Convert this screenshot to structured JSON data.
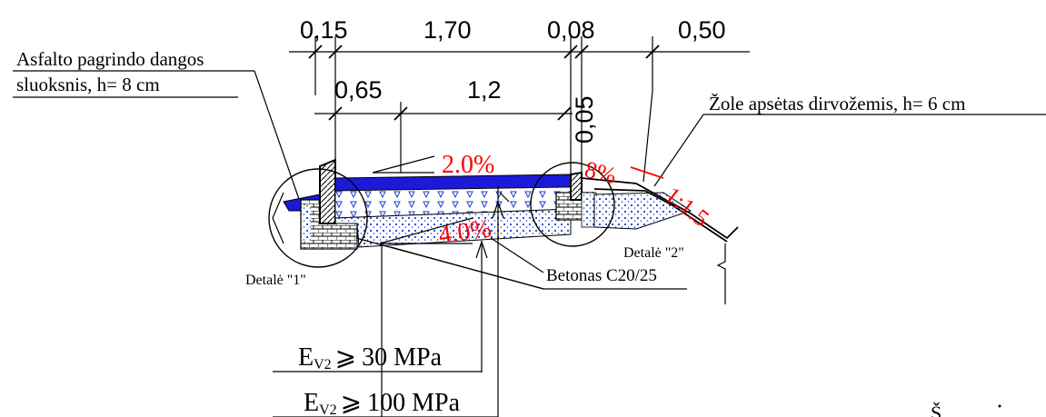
{
  "dimensions": {
    "top": [
      "0,15",
      "1,70",
      "0,08",
      "0,50"
    ],
    "second": [
      "0,65",
      "1,2"
    ],
    "vertical": "0,05"
  },
  "labels": {
    "asphalt_line1": "Asfalto pagrindo dangos",
    "asphalt_line2": "sluoksnis, h= 8 cm",
    "grass_soil": "Žole apsėtas dirvožemis, h= 6 cm",
    "concrete": "Betonas C20/25",
    "detail1": "Detalė \"1\"",
    "detail2": "Detalė \"2\""
  },
  "slopes": {
    "top": "2.0%",
    "base": "4.0%",
    "side": "8%",
    "embankment": "1:1.5"
  },
  "modulus": [
    {
      "symbol": "E",
      "sub": "V2",
      "rel": "⩾",
      "value": "30 MPa"
    },
    {
      "symbol": "E",
      "sub": "V2",
      "rel": "⩾",
      "value": "100 MPa"
    }
  ],
  "corner_text": "Š"
}
